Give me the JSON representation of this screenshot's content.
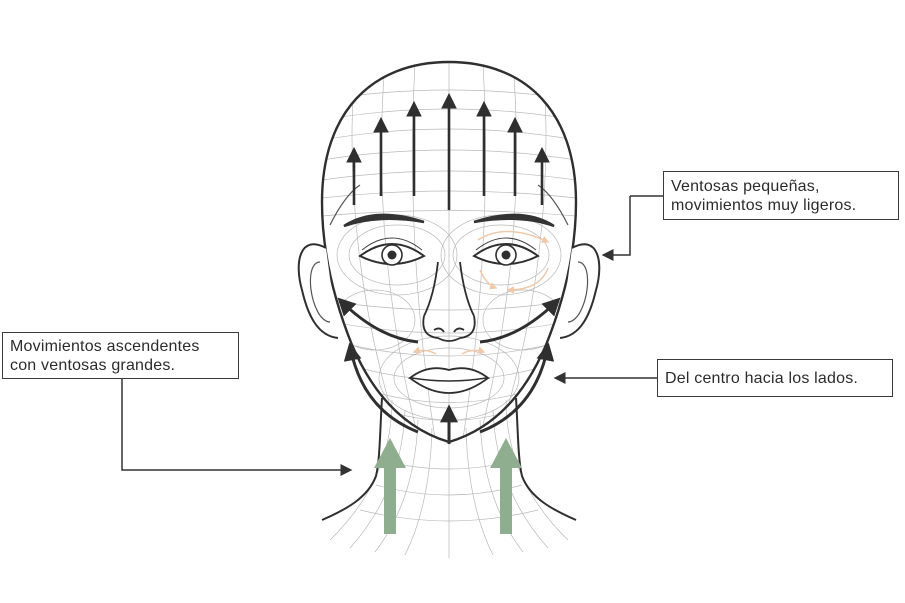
{
  "colors": {
    "line": "#2f2f2f",
    "contour": "#b7b7b7",
    "green_arrow": "#8fae8f",
    "orange_arrow": "#f0c9a8"
  },
  "callouts": {
    "small_cups": {
      "line1": "Ventosas pequeñas,",
      "line2": "movimientos muy ligeros."
    },
    "ascending": {
      "line1": "Movimientos ascendentes",
      "line2": "con ventosas grandes."
    },
    "lateral": {
      "line1": "Del centro hacia los lados."
    }
  }
}
